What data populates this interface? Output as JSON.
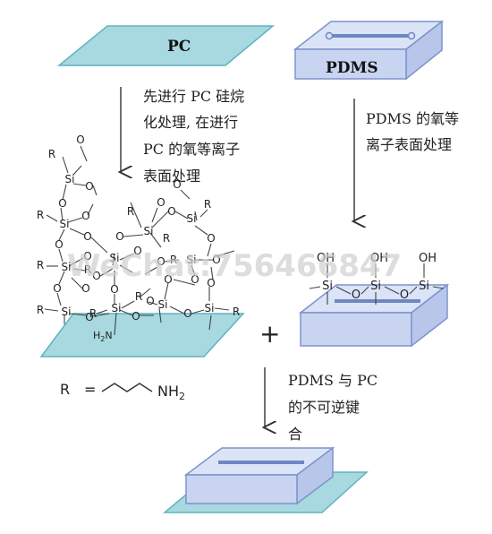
{
  "title": "",
  "plates": {
    "pc_label": "PC",
    "pdms_label": "PDMS"
  },
  "steps": {
    "pc_step_lines": [
      "先进行 PC 硅烷",
      "化处理, 在进行",
      "PC 的氧等离子",
      "表面处理"
    ],
    "pdms_step_lines": [
      "PDMS 的氧等",
      "离子表面处理"
    ],
    "bond_step_lines": [
      "PDMS 与 PC",
      "的不可逆键",
      "合"
    ]
  },
  "chemistry": {
    "si": "Si",
    "o": "O",
    "r": "R",
    "oh": "OH",
    "nh2": "NH",
    "nh2_sub": "2",
    "h2n": "H",
    "h2n_sub": "2",
    "h2n_n": "N",
    "r_def_left": "R",
    "r_def_eq": "=",
    "plus": "+"
  },
  "watermark": "WeChat:756466847",
  "colors": {
    "pc_fill": "#a8d8e0",
    "pc_stroke": "#5fb3c2",
    "pdms_fill": "#c9d4f0",
    "pdms_stroke": "#7d93cc",
    "line": "#333333"
  }
}
